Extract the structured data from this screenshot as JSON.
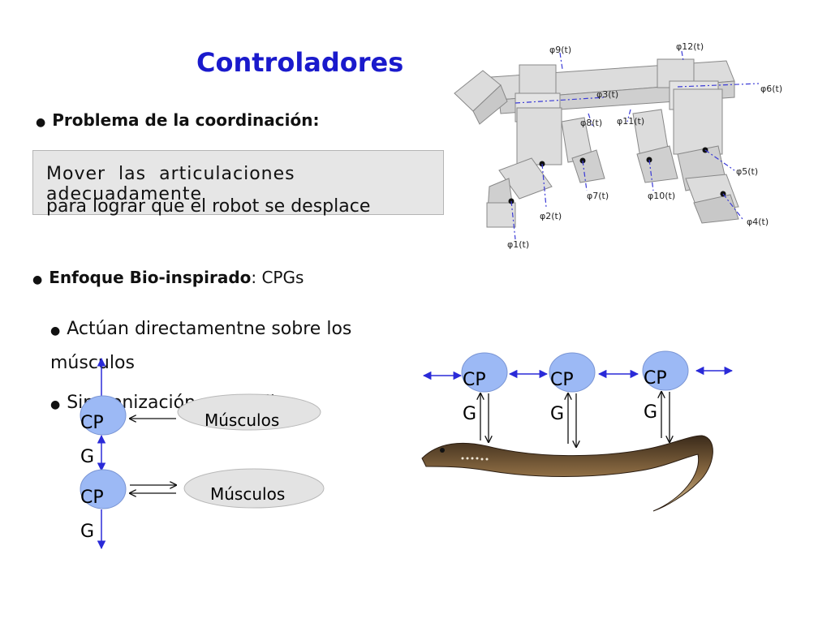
{
  "title": "Controladores",
  "bullets": {
    "b1": "Problema de la coordinación:",
    "box_line1": "Mover las articulaciones adecuadamente",
    "box_line2": "para lograr que el robot se desplace",
    "b2_bold": "Enfoque Bio-inspirado",
    "b2_rest": ": CPGs",
    "b3": "Actúan directamentne sobre los músculos",
    "b4": "Sincronización entre ellos"
  },
  "robot_labels": {
    "phi1": "φ1(t)",
    "phi2": "φ2(t)",
    "phi3": "φ3(t)",
    "phi4": "φ4(t)",
    "phi5": "φ5(t)",
    "phi6": "φ6(t)",
    "phi7": "φ7(t)",
    "phi8": "φ8(t)",
    "phi9": "φ9(t)",
    "phi10": "φ10(t)",
    "phi11": "φ11(t)",
    "phi12": "φ12(t)"
  },
  "left_diagram": {
    "cpg_top": "CP",
    "cpg_top_g": "G",
    "cpg_bottom": "CP",
    "cpg_bottom_g": "G",
    "muscle1": "Músculos",
    "muscle2": "Músculos"
  },
  "eel_diagram": {
    "cpg1": "CP",
    "cpg1_g": "G",
    "cpg2": "CP",
    "cpg2_g": "G",
    "cpg3": "CP",
    "cpg3_g": "G"
  },
  "colors": {
    "title": "#1a1acc",
    "cpg_fill": "#9cb9f5",
    "arrow": "#2a2ad8"
  }
}
